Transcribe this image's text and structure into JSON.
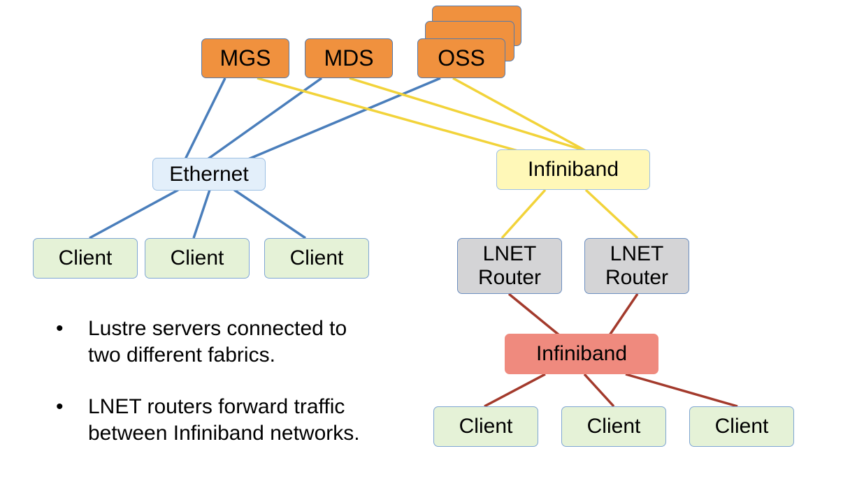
{
  "servers": {
    "mgs": "MGS",
    "mds": "MDS",
    "oss": "OSS"
  },
  "networks": {
    "ethernet": "Ethernet",
    "infiniband_top": "Infiniband",
    "infiniband_bottom": "Infiniband"
  },
  "routers": [
    {
      "line1": "LNET",
      "line2": "Router"
    },
    {
      "line1": "LNET",
      "line2": "Router"
    }
  ],
  "ethernet_clients": [
    "Client",
    "Client",
    "Client"
  ],
  "infiniband_clients": [
    "Client",
    "Client",
    "Client"
  ],
  "bullets": [
    "Lustre servers connected to two different fabrics.",
    "LNET routers forward traffic between Infiniband networks."
  ],
  "bullet_marker": "•",
  "colors": {
    "ethernet_link": "#4a7ebb",
    "infiniband_link": "#f2d33a",
    "routed_link": "#a33a2c"
  }
}
